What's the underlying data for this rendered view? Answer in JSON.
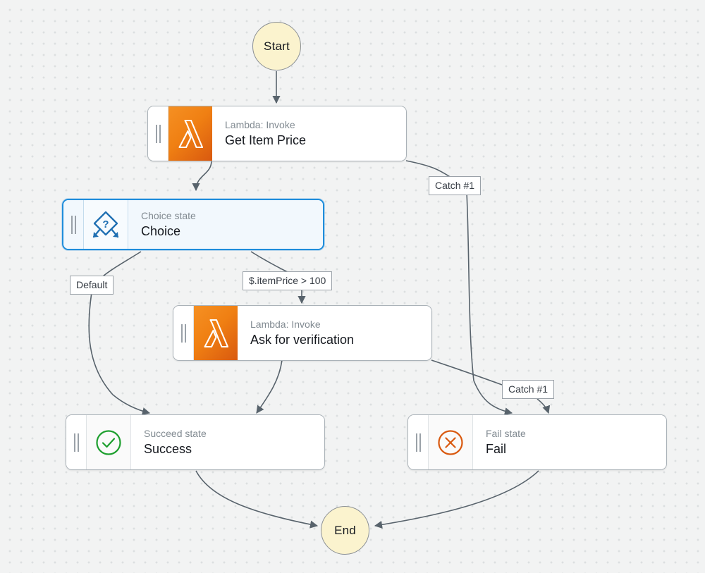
{
  "diagram": {
    "type": "aws-step-functions-workflow",
    "title": "State machine workflow graph",
    "colors": {
      "canvas_background": "#f2f3f3",
      "grid_dot": "#dcdfe0",
      "terminal_fill": "#fbf3ce",
      "terminal_border": "#8a8f94",
      "node_border": "#aab2b8",
      "selected_border": "#1f8ddb",
      "selected_fill": "#f2f8fd",
      "lambda_orange": "#ed7100",
      "succeed_green": "#1d9f2e",
      "fail_orange": "#d9590f",
      "edge_stroke": "#58636c",
      "subtitle_text": "#818a91",
      "title_text": "#16191f"
    },
    "terminals": [
      {
        "id": "start",
        "label": "Start"
      },
      {
        "id": "end",
        "label": "End"
      }
    ],
    "states": [
      {
        "id": "get-item-price",
        "subtitle": "Lambda: Invoke",
        "title": "Get Item Price",
        "icon": "lambda-icon",
        "selected": false
      },
      {
        "id": "choice",
        "subtitle": "Choice state",
        "title": "Choice",
        "icon": "choice-diamond-icon",
        "selected": true
      },
      {
        "id": "ask-for-verification",
        "subtitle": "Lambda: Invoke",
        "title": "Ask for verification",
        "icon": "lambda-icon",
        "selected": false
      },
      {
        "id": "success",
        "subtitle": "Succeed state",
        "title": "Success",
        "icon": "check-circle-icon",
        "selected": false
      },
      {
        "id": "fail",
        "subtitle": "Fail state",
        "title": "Fail",
        "icon": "x-circle-icon",
        "selected": false
      }
    ],
    "edge_labels": [
      {
        "id": "catch-1-top",
        "label": "Catch #1"
      },
      {
        "id": "default",
        "label": "Default"
      },
      {
        "id": "item-price-condition",
        "label": "$.itemPrice > 100"
      },
      {
        "id": "catch-1-bottom",
        "label": "Catch #1"
      }
    ],
    "edges": [
      {
        "from": "start",
        "to": "get-item-price",
        "label": ""
      },
      {
        "from": "get-item-price",
        "to": "choice",
        "label": ""
      },
      {
        "from": "get-item-price",
        "to": "fail",
        "label": "Catch #1"
      },
      {
        "from": "choice",
        "to": "success",
        "label": "Default"
      },
      {
        "from": "choice",
        "to": "ask-for-verification",
        "label": "$.itemPrice > 100"
      },
      {
        "from": "ask-for-verification",
        "to": "success",
        "label": ""
      },
      {
        "from": "ask-for-verification",
        "to": "fail",
        "label": "Catch #1"
      },
      {
        "from": "success",
        "to": "end",
        "label": ""
      },
      {
        "from": "fail",
        "to": "end",
        "label": ""
      }
    ]
  }
}
